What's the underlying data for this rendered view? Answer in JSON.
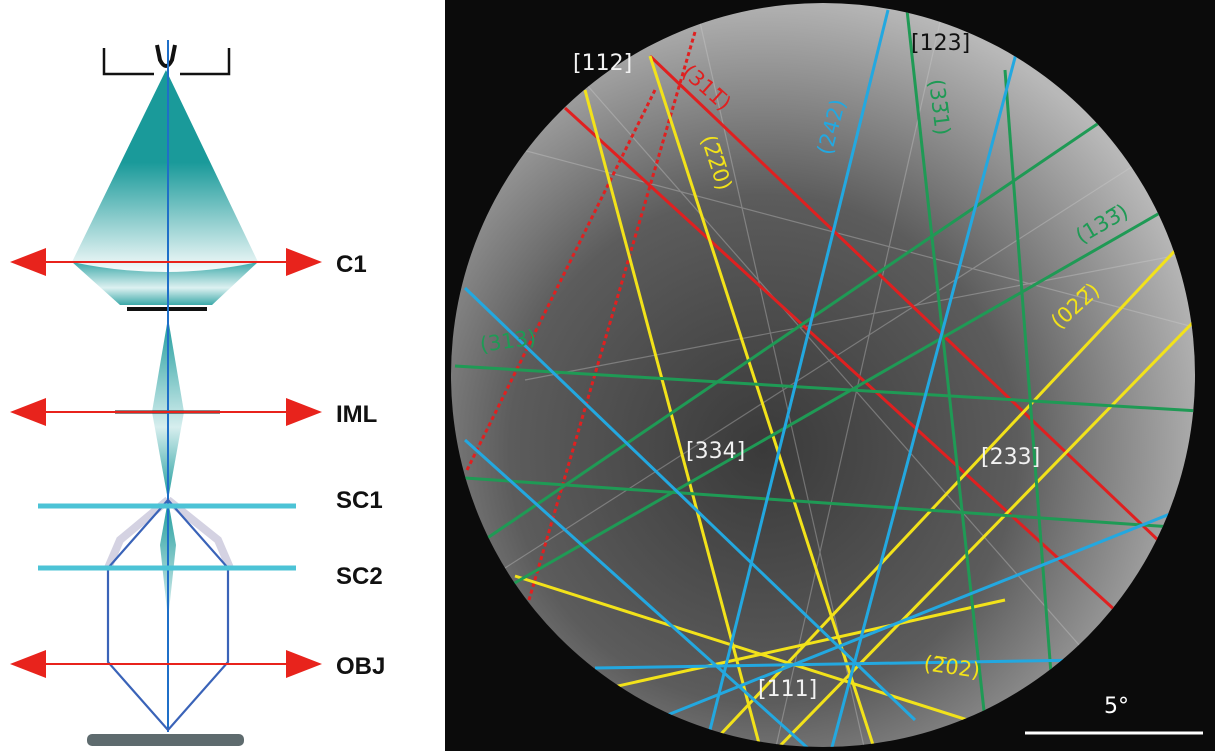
{
  "colors": {
    "teal": "#1a9a9a",
    "red": "#e8231c",
    "blue": "#1f6fc8",
    "cyan": "#4cc3d6",
    "green": "#1f9a55",
    "yellow": "#f2e21a",
    "kikuchi_blue": "#23a8e0",
    "kikuchi_red": "#e02020",
    "white_label": "#f2f2f2"
  },
  "lens_diagram": {
    "labels": {
      "c1": "C1",
      "iml": "IML",
      "sc1": "SC1",
      "sc2": "SC2",
      "obj": "OBJ"
    }
  },
  "kikuchi_pattern": {
    "zone_axes": {
      "z112": "[112]",
      "z123": "[123]",
      "z334": "[334]",
      "z233": "[233]",
      "z111": "[111]"
    },
    "planes": {
      "p31m1": "(311̅)",
      "p2m20": "(2̅2̅0)",
      "p3m31": "(33̅1)",
      "p13m3": "(133̅)",
      "p02m2": "(022̅)",
      "pm202": "(2̅02)",
      "p242": "(242)",
      "p313": "(313)"
    },
    "scale_bar": {
      "label": "5°"
    }
  }
}
